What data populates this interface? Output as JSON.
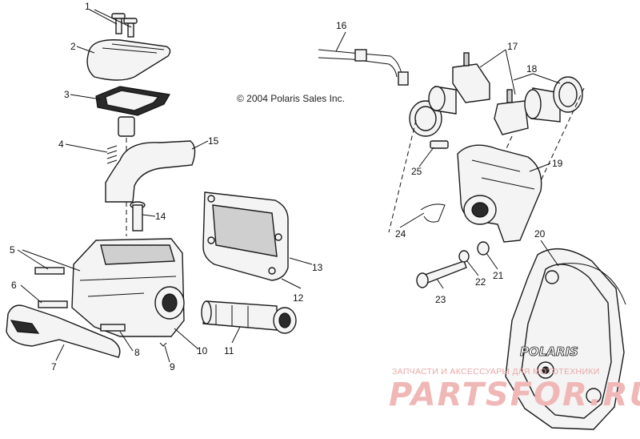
{
  "copyright": "© 2004 Polaris Sales Inc.",
  "logo_text": "POLARIS",
  "watermark": {
    "tagline": "ЗАПЧАСТИ И АКСЕССУАРЫ ДЛЯ МОТОТЕХНИКИ",
    "brand": "PARTSFOR.RU",
    "color": "#f0b7b7"
  },
  "callouts": [
    {
      "id": "1",
      "label": "1"
    },
    {
      "id": "2",
      "label": "2"
    },
    {
      "id": "3",
      "label": "3"
    },
    {
      "id": "4",
      "label": "4"
    },
    {
      "id": "5",
      "label": "5"
    },
    {
      "id": "6",
      "label": "6"
    },
    {
      "id": "7",
      "label": "7"
    },
    {
      "id": "8",
      "label": "8"
    },
    {
      "id": "9",
      "label": "9"
    },
    {
      "id": "10",
      "label": "10"
    },
    {
      "id": "11",
      "label": "11"
    },
    {
      "id": "12",
      "label": "12"
    },
    {
      "id": "13",
      "label": "13"
    },
    {
      "id": "14",
      "label": "14"
    },
    {
      "id": "15",
      "label": "15"
    },
    {
      "id": "16",
      "label": "16"
    },
    {
      "id": "17",
      "label": "17"
    },
    {
      "id": "18",
      "label": "18"
    },
    {
      "id": "19",
      "label": "19"
    },
    {
      "id": "20",
      "label": "20"
    },
    {
      "id": "21",
      "label": "21"
    },
    {
      "id": "22",
      "label": "22"
    },
    {
      "id": "23",
      "label": "23"
    },
    {
      "id": "24",
      "label": "24"
    },
    {
      "id": "25",
      "label": "25"
    }
  ]
}
